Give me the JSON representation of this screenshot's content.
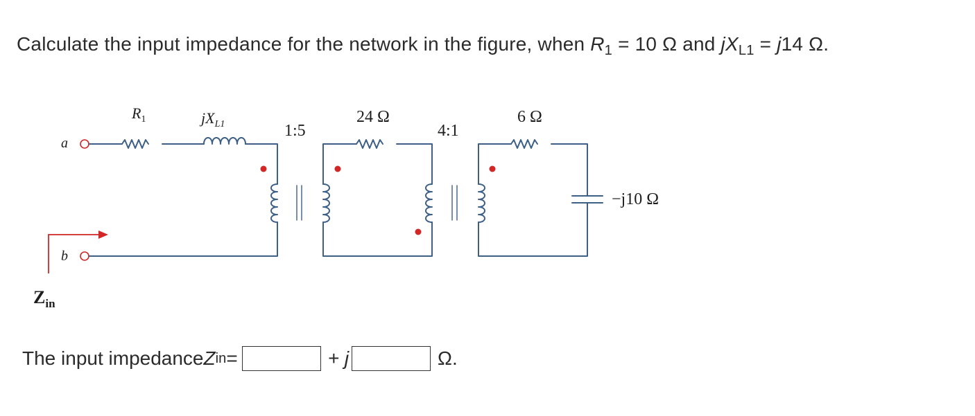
{
  "question": {
    "prefix": "Calculate the input impedance for the network in the figure, when ",
    "r_sym": "R",
    "r_sub": "1",
    "r_val": " = 10 Ω and ",
    "x_sym": "jX",
    "x_sub": "L1",
    "x_eq": " = ",
    "x_val_j": "j",
    "x_val": "14 Ω."
  },
  "circuit": {
    "r1_label": "R",
    "r1_sub": "1",
    "xl1_label": "jX",
    "xl1_sub": "L1",
    "ratio1": "1:5",
    "r24_label": "24 Ω",
    "ratio2": "4:1",
    "r6_label": "6 Ω",
    "cap_label": "−j10 Ω",
    "node_a": "a",
    "node_b": "b",
    "zin_label": "Z",
    "zin_sub": "in"
  },
  "answer": {
    "prefix": "The input impedance ",
    "z_sym": "Z",
    "z_sub": "in",
    "equals": " =",
    "plus_j": "+ j",
    "unit": "Ω.",
    "real_value": "",
    "imag_value": ""
  },
  "colors": {
    "wire": "#3d5f86",
    "dot": "#d32626",
    "arrow": "#d32626"
  }
}
